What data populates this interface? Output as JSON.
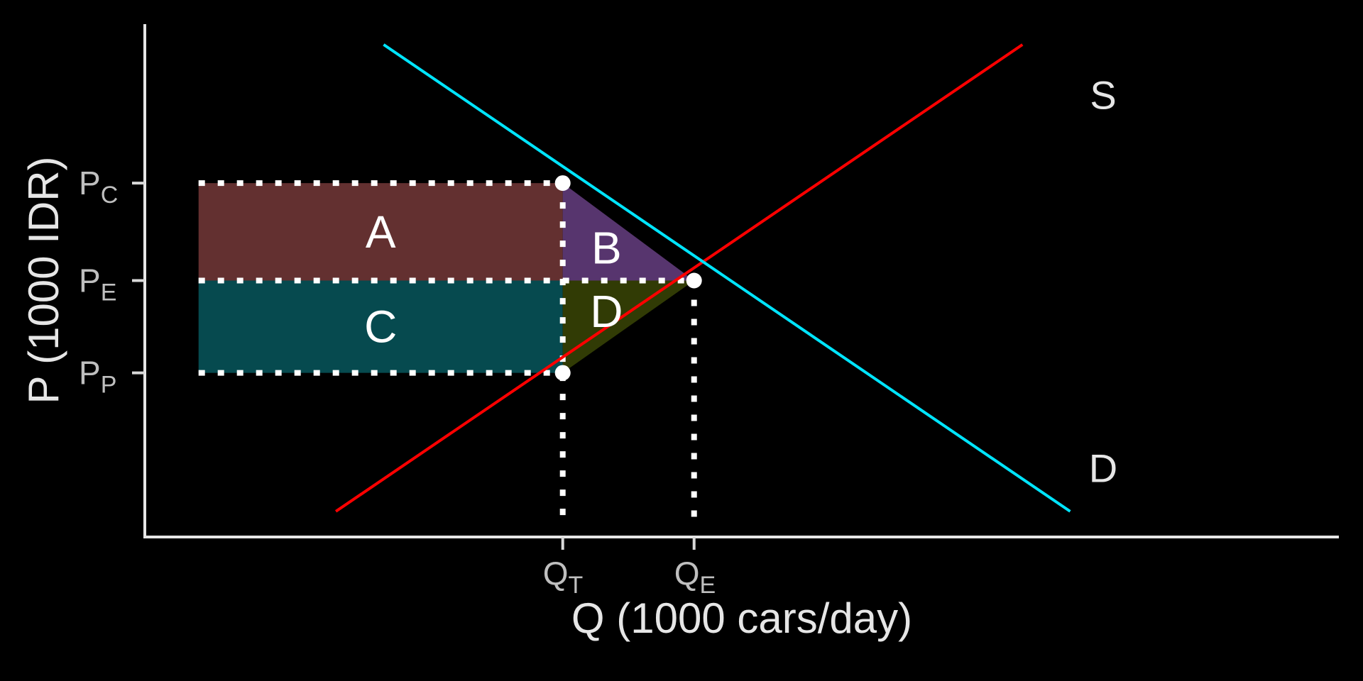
{
  "chart_data": {
    "type": "line",
    "xlabel": "Q (1000 cars/day)",
    "ylabel": "P (1000 IDR)",
    "grid": false,
    "xlim": [
      0,
      10
    ],
    "ylim": [
      0,
      10
    ],
    "x_ticks": [
      {
        "id": "QT",
        "base": "Q",
        "sub": "T",
        "value": 3.5
      },
      {
        "id": "QE",
        "base": "Q",
        "sub": "E",
        "value": 4.6
      }
    ],
    "y_ticks": [
      {
        "id": "PC",
        "base": "P",
        "sub": "C",
        "value": 6.9
      },
      {
        "id": "PE",
        "base": "P",
        "sub": "E",
        "value": 5.0
      },
      {
        "id": "PP",
        "base": "P",
        "sub": "P",
        "value": 3.2
      }
    ],
    "series": [
      {
        "name": "S",
        "color": "#ff0000",
        "points": [
          [
            1.6,
            0.5
          ],
          [
            7.35,
            9.6
          ]
        ]
      },
      {
        "name": "D",
        "color": "#00e5ff",
        "points": [
          [
            2.0,
            9.6
          ],
          [
            7.75,
            0.5
          ]
        ]
      }
    ],
    "regions": [
      {
        "label": "A",
        "color": "#633030",
        "polygon": [
          [
            0.45,
            5.0
          ],
          [
            3.5,
            5.0
          ],
          [
            3.5,
            6.9
          ],
          [
            0.45,
            6.9
          ]
        ]
      },
      {
        "label": "B",
        "color": "#57356e",
        "polygon": [
          [
            3.5,
            5.0
          ],
          [
            4.6,
            5.0
          ],
          [
            3.5,
            6.9
          ]
        ]
      },
      {
        "label": "C",
        "color": "#064a4f",
        "polygon": [
          [
            0.45,
            3.2
          ],
          [
            3.5,
            3.2
          ],
          [
            3.5,
            5.0
          ],
          [
            0.45,
            5.0
          ]
        ]
      },
      {
        "label": "D",
        "color": "#313b05",
        "polygon": [
          [
            3.5,
            3.2
          ],
          [
            4.6,
            5.0
          ],
          [
            3.5,
            5.0
          ]
        ]
      }
    ],
    "points": [
      {
        "name": "tax-consumer-point",
        "x": 3.5,
        "y": 6.9
      },
      {
        "name": "equilibrium-point",
        "x": 4.6,
        "y": 5.0
      },
      {
        "name": "tax-producer-point",
        "x": 3.5,
        "y": 3.2
      }
    ]
  }
}
